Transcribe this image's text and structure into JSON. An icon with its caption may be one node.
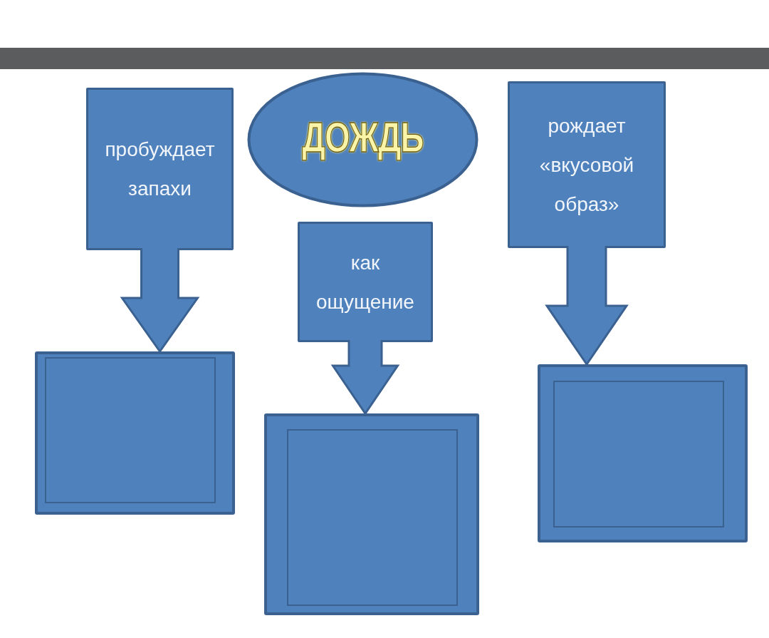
{
  "diagram": {
    "nodes": [
      {
        "text": [
          "ДОЖДЬ"
        ]
      },
      {
        "text": [
          "пробуждает запахи"
        ]
      },
      {
        "text": [
          "как ощущение"
        ]
      },
      {
        "text": [
          "рождает «вкусовой образ»"
        ]
      },
      {
        "text": [],
        "shape": "box"
      },
      {
        "text": [],
        "shape": "box"
      },
      {
        "text": [],
        "shape": "box"
      }
    ],
    "edges": [
      {
        "from": 1,
        "to": 4,
        "arrow": "to"
      },
      {
        "from": 2,
        "to": 5,
        "arrow": "to"
      },
      {
        "from": 3,
        "to": 6,
        "arrow": "to"
      }
    ]
  }
}
